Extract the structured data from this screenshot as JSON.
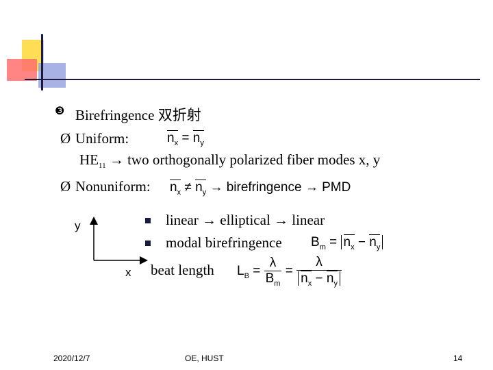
{
  "title": {
    "bullet": "❸",
    "text": "Birefringence   双折射"
  },
  "uniform": {
    "arrow": "Ø",
    "label": "Uniform:",
    "formula": {
      "lhs": "n",
      "lhs_sub": "x",
      "op": "=",
      "rhs": "n",
      "rhs_sub": "y"
    },
    "he_text": "HE",
    "he_sub": "11",
    "he_rest": " → two orthogonally polarized fiber modes x, y"
  },
  "nonuniform": {
    "arrow": "Ø",
    "label": "Nonuniform:",
    "formula": {
      "lhs": "n",
      "lhs_sub": "x",
      "op": "≠",
      "rhs": "n",
      "rhs_sub": "y",
      "tail": "→ birefringence → PMD"
    }
  },
  "axes": {
    "y_label": "y",
    "x_label": "x"
  },
  "list": [
    {
      "text": "linear → elliptical → linear"
    },
    {
      "text": "modal birefringence"
    }
  ],
  "bm_formula": {
    "lhs": "B",
    "lhs_sub": "m",
    "eq": "=",
    "n1": "n",
    "n1_sub": "x",
    "minus": "−",
    "n2": "n",
    "n2_sub": "y"
  },
  "beat": {
    "label": "beat length",
    "lhs": "L",
    "lhs_sub": "B",
    "eq": "=",
    "f1_num": "λ",
    "f1_den": "B",
    "f1_den_sub": "m",
    "eq2": "=",
    "f2_num": "λ",
    "f2_n1": "n",
    "f2_n1_sub": "x",
    "f2_minus": "−",
    "f2_n2": "n",
    "f2_n2_sub": "y"
  },
  "footer": {
    "date": "2020/12/7",
    "org": "OE, HUST",
    "page": "14"
  }
}
